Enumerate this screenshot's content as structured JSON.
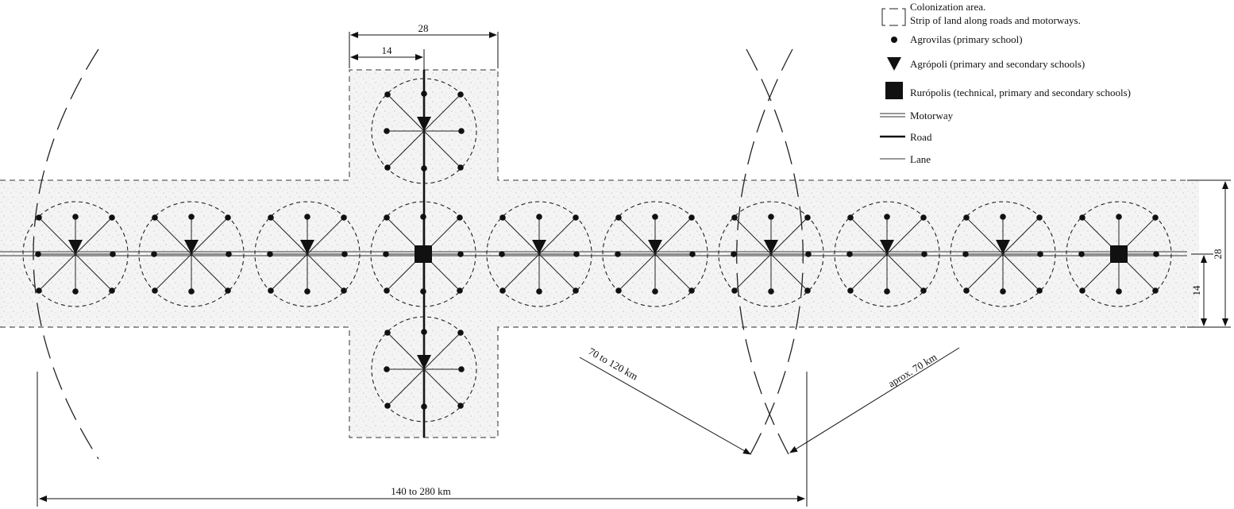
{
  "dimensions": {
    "top_total": "28",
    "top_half": "14",
    "right_total": "28",
    "right_half": "14",
    "distance_left": "70 to 120 km",
    "distance_right": "aprox. 70 km",
    "bottom_total": "140 to 280 km"
  },
  "legend": {
    "colonization_line1": "Colonization area.",
    "colonization_line2": "Strip of land along roads and motorways.",
    "agrovilas": "Agrovilas (primary school)",
    "agropoli": "Agrópoli (primary and secondary schools)",
    "ruropolis": "Rurópolis (technical, primary and secondary schools)",
    "motorway": "Motorway",
    "road": "Road",
    "lane": "Lane"
  },
  "units": [
    {
      "type": "agropoli",
      "axis": "main"
    },
    {
      "type": "agropoli",
      "axis": "main"
    },
    {
      "type": "agropoli",
      "axis": "main"
    },
    {
      "type": "ruropolis",
      "axis": "main"
    },
    {
      "type": "agropoli",
      "axis": "main"
    },
    {
      "type": "agropoli",
      "axis": "main"
    },
    {
      "type": "agropoli",
      "axis": "main"
    },
    {
      "type": "agropoli",
      "axis": "main"
    },
    {
      "type": "agropoli",
      "axis": "main"
    },
    {
      "type": "ruropolis",
      "axis": "main"
    },
    {
      "type": "agropoli",
      "axis": "branch-up"
    },
    {
      "type": "agropoli",
      "axis": "branch-down"
    }
  ]
}
